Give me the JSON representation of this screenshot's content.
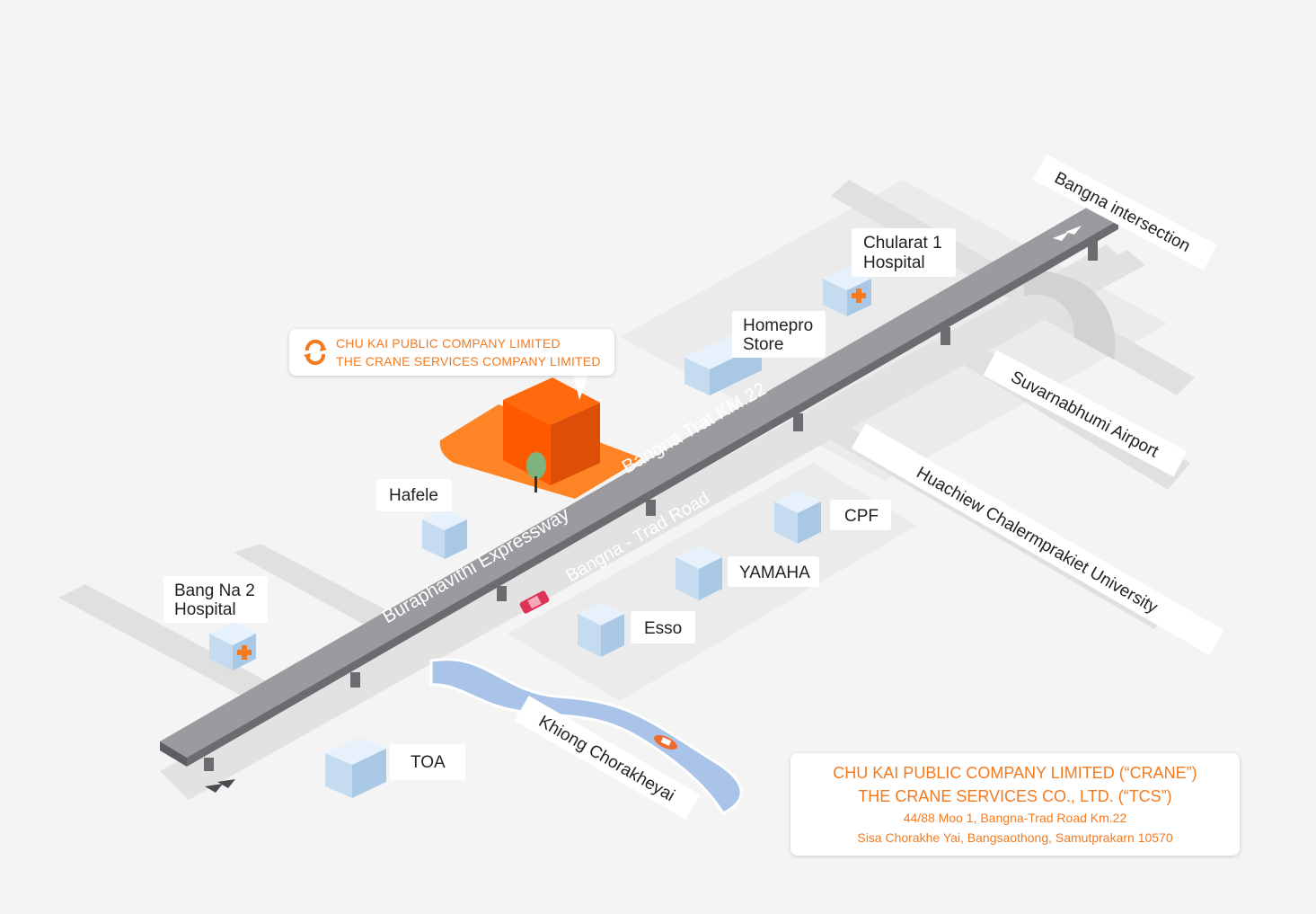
{
  "company": {
    "line1": "CHU KAI PUBLIC COMPANY LIMITED",
    "line2": "THE CRANE SERVICES COMPANY LIMITED",
    "logo_icon": "chu-kai-logo-icon"
  },
  "address": {
    "name1": "CHU KAI PUBLIC COMPANY LIMITED (“CRANE”)",
    "name2": "THE CRANE SERVICES CO., LTD. (“TCS”)",
    "street": "44/88 Moo 1, Bangna-Trad Road Km.22",
    "district": "Sisa Chorakhe Yai, Bangsaothong, Samutprakarn 10570"
  },
  "roads": {
    "expressway": "Buraphavithi Expressway",
    "km22": "Bangna Trat KM.22",
    "trad_road": "Bangna - Trad Road",
    "bangna_intersection": "Bangna intersection",
    "airport": "Suvarnabhumi Airport",
    "university": "Huachiew Chalermprakiet University",
    "canal": "Khiong Chorakheyai"
  },
  "landmarks": {
    "chularat_l1": "Chularat 1",
    "chularat_l2": "Hospital",
    "homepro_l1": "Homepro",
    "homepro_l2": "Store",
    "hafele": "Hafele",
    "bangna2_l1": "Bang Na 2",
    "bangna2_l2": "Hospital",
    "cpf": "CPF",
    "yamaha": "YAMAHA",
    "esso": "Esso",
    "toa": "TOA"
  },
  "colors": {
    "accent": "#f47a20",
    "highway": "#9b9a9f",
    "road": "#e0e0e0",
    "building": "#c5dcf0",
    "canal": "#a9c4e8"
  }
}
